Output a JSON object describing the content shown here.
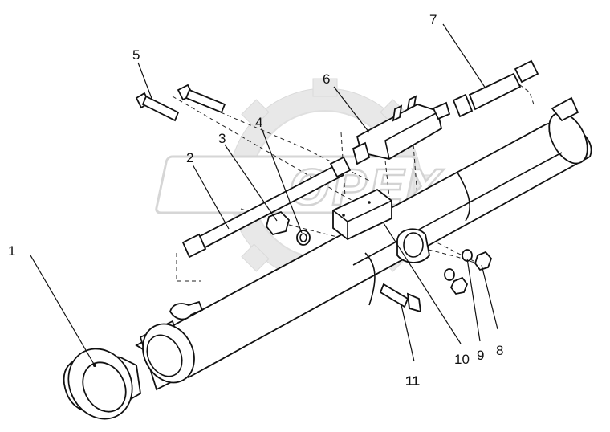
{
  "watermark": "OPEX",
  "callouts": [
    {
      "id": "1",
      "label": "1"
    },
    {
      "id": "2",
      "label": "2"
    },
    {
      "id": "3",
      "label": "3"
    },
    {
      "id": "4",
      "label": "4"
    },
    {
      "id": "5",
      "label": "5"
    },
    {
      "id": "6",
      "label": "6"
    },
    {
      "id": "7",
      "label": "7"
    },
    {
      "id": "8",
      "label": "8"
    },
    {
      "id": "9",
      "label": "9"
    },
    {
      "id": "10",
      "label": "10"
    },
    {
      "id": "11",
      "label": "11"
    }
  ]
}
